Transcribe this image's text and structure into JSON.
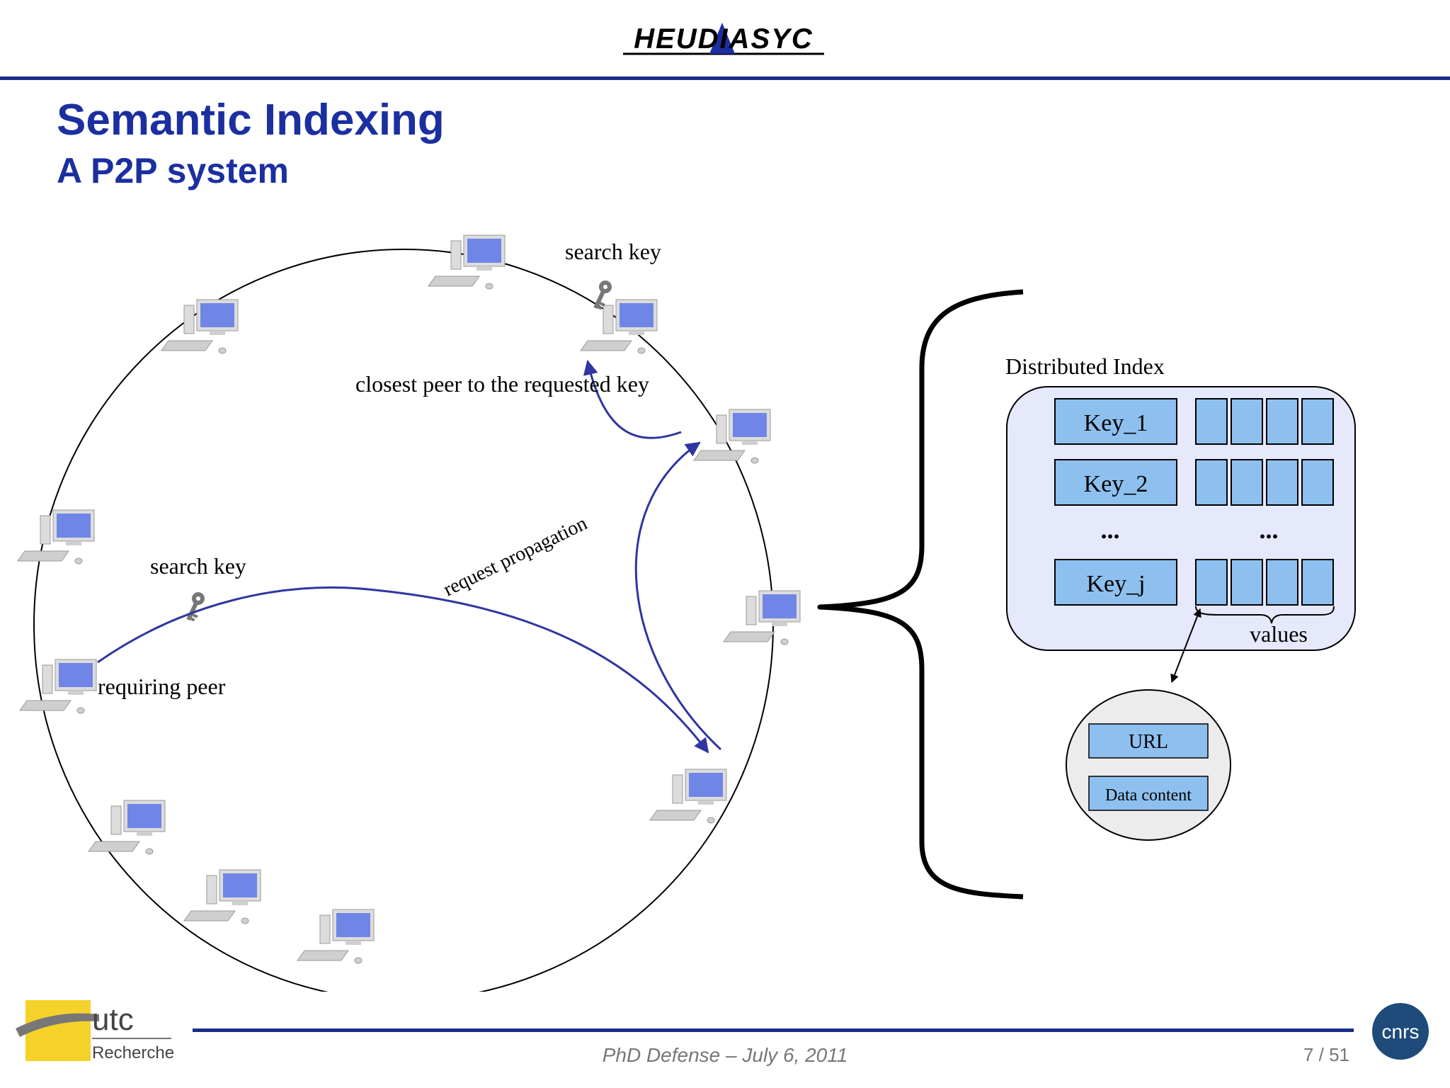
{
  "header": {
    "logo_text": "HEUDIASYC"
  },
  "slide": {
    "title": "Semantic Indexing",
    "subtitle": "A P2P system"
  },
  "diagram": {
    "labels": {
      "search_key_top": "search key",
      "closest_peer": "closest peer to the requested key",
      "search_key_left": "search key",
      "request_propagation": "request propagation",
      "requiring_peer": "requiring peer"
    },
    "index": {
      "title": "Distributed Index",
      "keys": [
        "Key_1",
        "Key_2",
        "Key_j"
      ],
      "ellipsis": "...",
      "values_label": "values"
    },
    "data": {
      "url": "URL",
      "content": "Data content"
    }
  },
  "footer": {
    "text": "PhD Defense – July 6, 2011",
    "page": "7 / 51",
    "utc_text": "utc",
    "utc_sub": "Recherche",
    "cnrs_text": "cnrs"
  },
  "colors": {
    "accent": "#1b2fa0",
    "key_fill": "#8ec0ef",
    "index_fill": "#e6e8fb",
    "arrow": "#2f36a0"
  }
}
